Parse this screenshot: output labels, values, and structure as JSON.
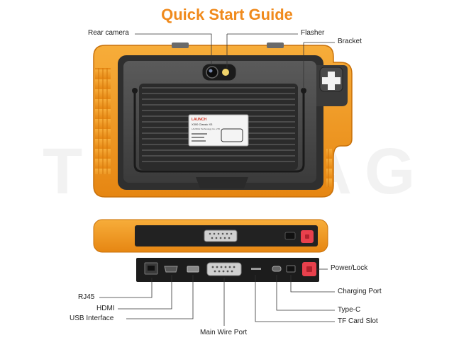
{
  "title": "Quick Start Guide",
  "watermark": "TOPDIAG",
  "labels": {
    "rear_camera": "Rear camera",
    "flasher": "Flasher",
    "bracket": "Bracket",
    "power_lock": "Power/Lock",
    "charging_port": "Charging Port",
    "type_c": "Type-C",
    "tf_card_slot": "TF Card Slot",
    "main_wire_port": "Main Wire Port",
    "usb_interface": "USB Interface",
    "hdmi": "HDMI",
    "rj45": "RJ45"
  },
  "device_sticker": {
    "brand": "LAUNCH",
    "model": "X300 Classic X3",
    "company": "LAUNCH Technology Co.,LTD"
  },
  "colors": {
    "title": "#f08a1c",
    "rubber": "#f39a1f",
    "body": "#3a3a3a",
    "power_button": "#e8404c"
  }
}
